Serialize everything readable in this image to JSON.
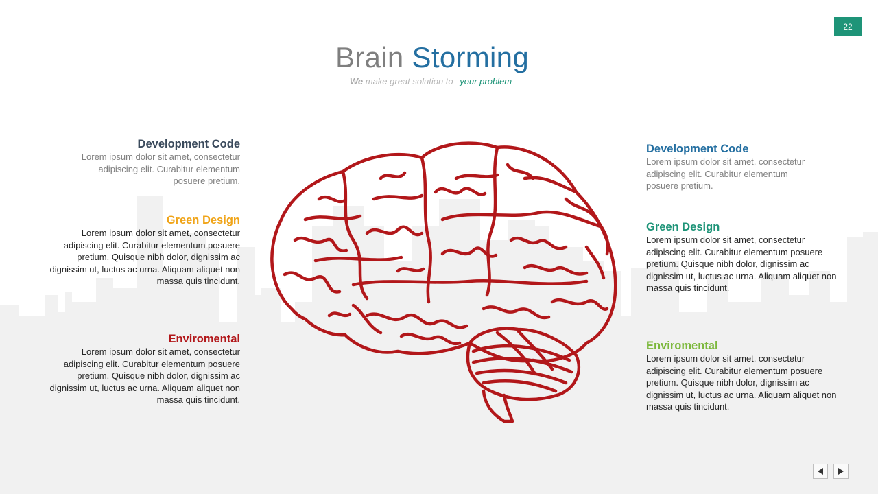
{
  "slide": {
    "page_number": "22",
    "title_part1": "Brain",
    "title_part2": "Storming",
    "subtitle_we": "We",
    "subtitle_middle": "make great solution to",
    "subtitle_accent": "your problem"
  },
  "left_items": [
    {
      "heading": "Development Code",
      "heading_color": "#3a4a5c",
      "text": "Lorem ipsum dolor sit amet, consectetur adipiscing elit. Curabitur elementum posuere pretium."
    },
    {
      "heading": "Green Design",
      "heading_color": "#f0a418",
      "text": "Lorem ipsum dolor sit amet, consectetur adipiscing elit. Curabitur elementum posuere pretium. Quisque nibh dolor, dignissim ac dignissim ut, luctus ac urna. Aliquam aliquet non massa quis tincidunt."
    },
    {
      "heading": "Enviromental",
      "heading_color": "#b2171a",
      "text": "Lorem ipsum dolor sit amet, consectetur adipiscing elit. Curabitur elementum posuere pretium. Quisque nibh dolor, dignissim ac dignissim ut, luctus ac urna. Aliquam aliquet non massa quis tincidunt."
    }
  ],
  "right_items": [
    {
      "heading": "Development Code",
      "heading_color": "#246fa1",
      "text": "Lorem ipsum dolor sit amet, consectetur adipiscing elit. Curabitur elementum posuere pretium."
    },
    {
      "heading": "Green Design",
      "heading_color": "#1e9478",
      "text": "Lorem ipsum dolor sit amet, consectetur adipiscing elit. Curabitur elementum posuere pretium. Quisque nibh dolor, dignissim ac dignissim ut, luctus ac urna. Aliquam aliquet non massa quis tincidunt."
    },
    {
      "heading": "Enviromental",
      "heading_color": "#7cb83c",
      "text": "Lorem ipsum dolor sit amet, consectetur adipiscing elit. Curabitur elementum posuere pretium. Quisque nibh dolor, dignissim ac dignissim ut, luctus ac urna. Aliquam aliquet non massa quis tincidunt."
    }
  ],
  "colors": {
    "brain_stroke": "#b2171a",
    "skyline": "#f1f1f1",
    "page_badge": "#1e9478"
  },
  "icons": {
    "brain": "brain-illustration",
    "prev": "triangle-left-icon",
    "next": "triangle-right-icon"
  }
}
